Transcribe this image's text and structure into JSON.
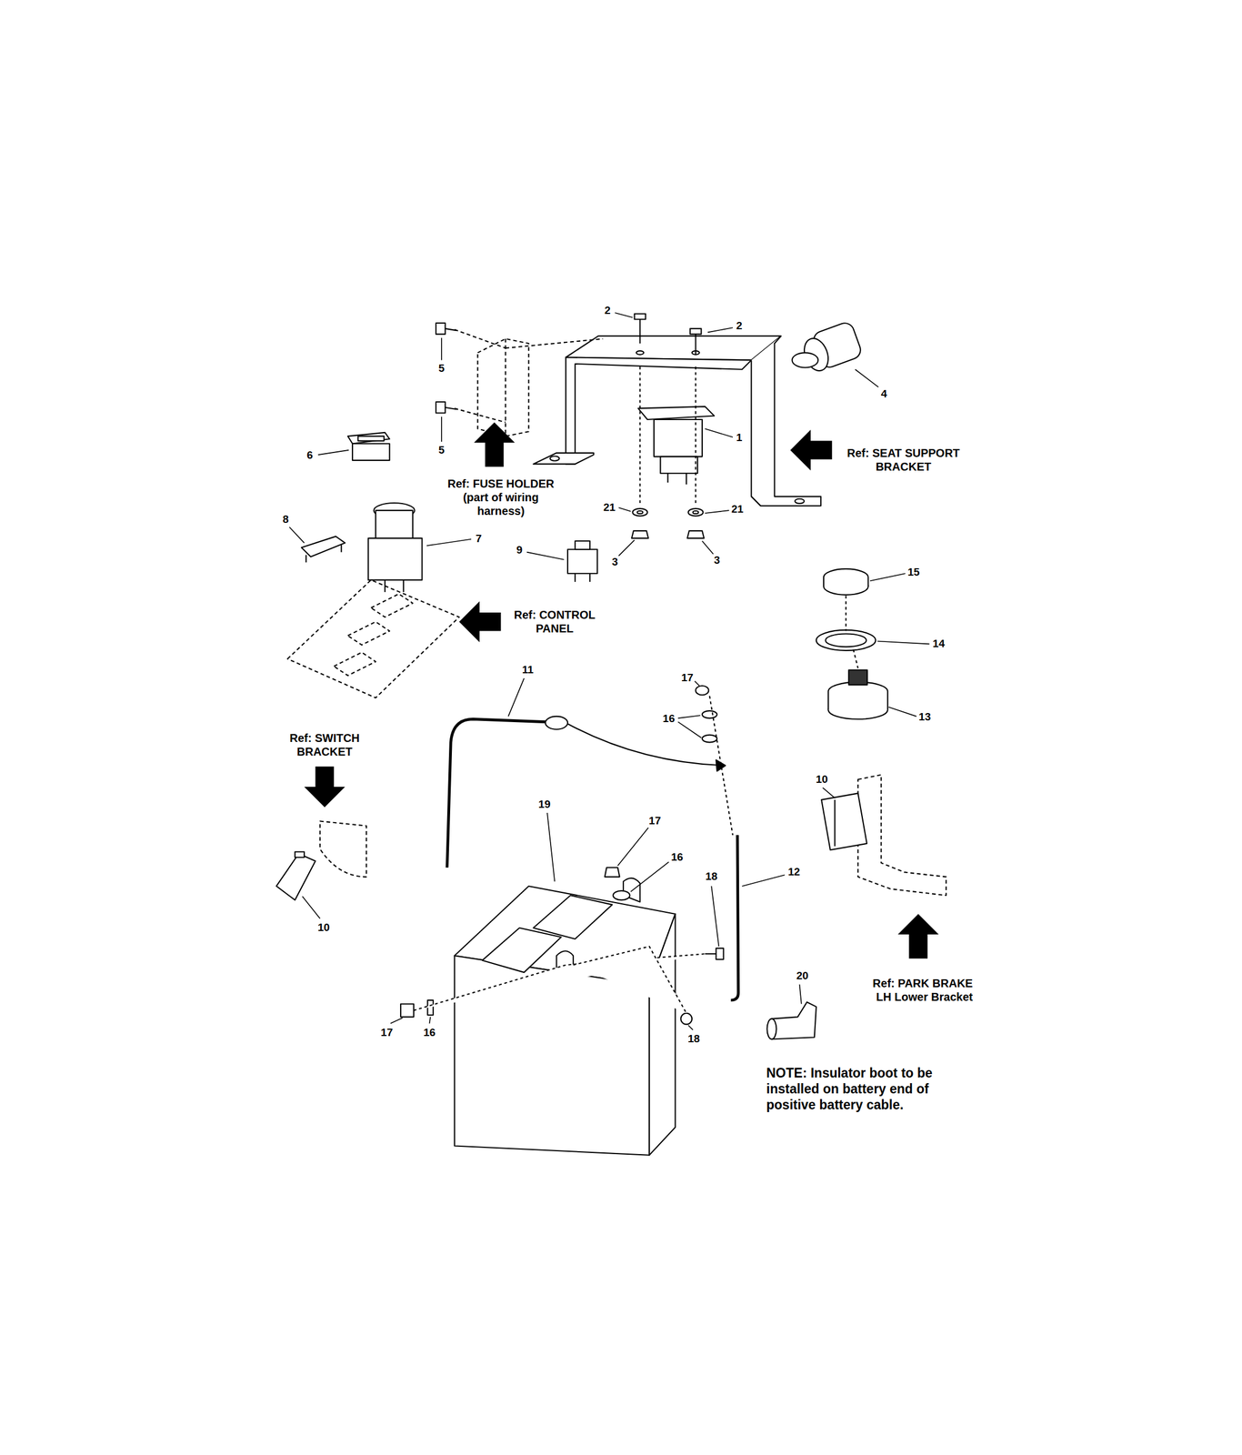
{
  "diagram": {
    "labels": [
      "2",
      "2",
      "5",
      "4",
      "1",
      "5",
      "6",
      "Ref: SEAT SUPPORT BRACKET",
      "Ref: FUSE HOLDER (part of wiring harness)",
      "21",
      "21",
      "8",
      "7",
      "9",
      "3",
      "3",
      "15",
      "Ref: CONTROL PANEL",
      "14",
      "11",
      "17",
      "16",
      "13",
      "Ref: SWITCH BRACKET",
      "10",
      "19",
      "17",
      "16",
      "12",
      "18",
      "10",
      "20",
      "Ref: PARK BRAKE LH Lower Bracket",
      "17",
      "16",
      "18",
      "NOTE: Insulator boot to be installed on battery end of positive battery cable."
    ]
  }
}
